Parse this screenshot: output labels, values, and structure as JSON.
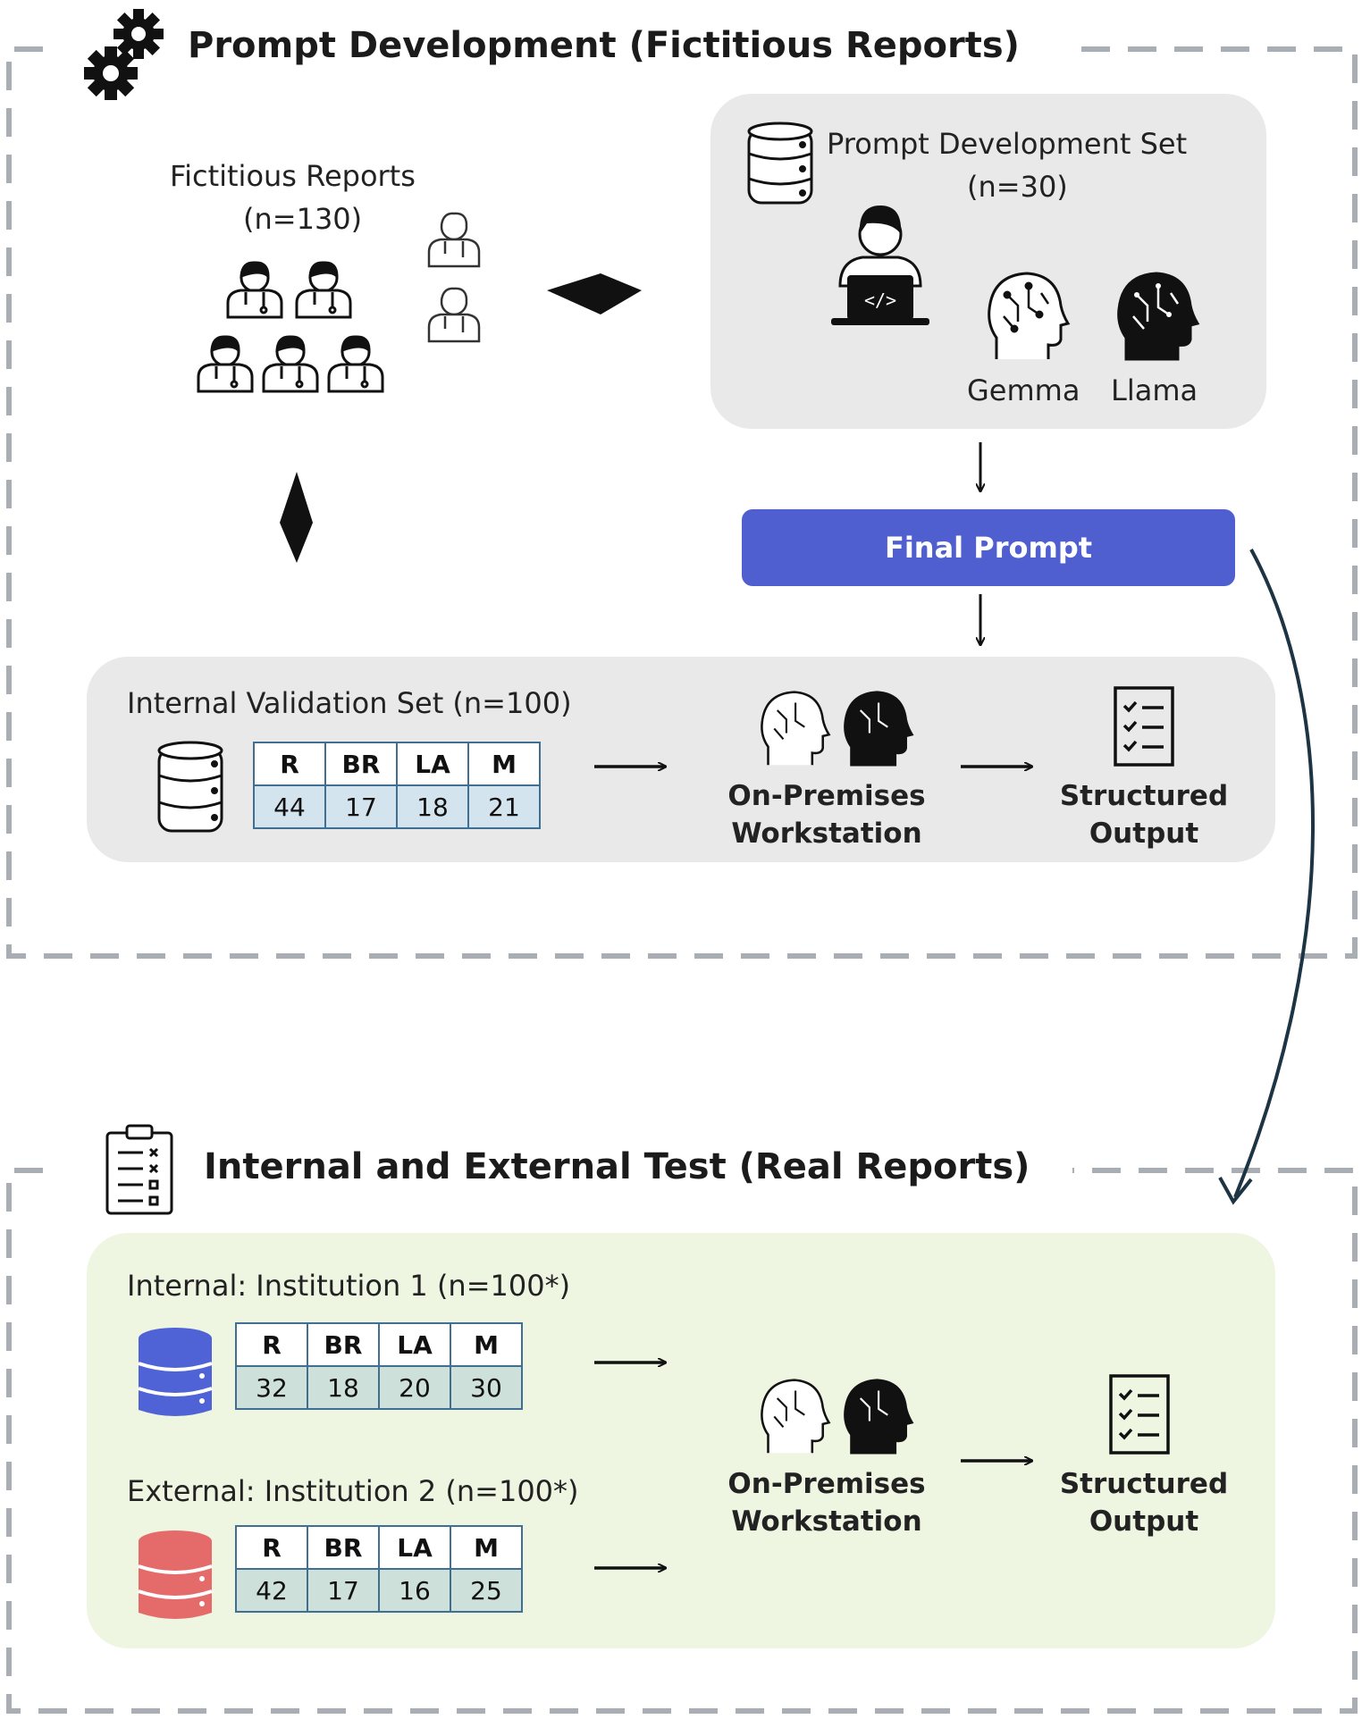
{
  "colors": {
    "dash_border": "#a9aeb4",
    "panel_gray": "#e9e9ea",
    "panel_green": "#eef6e2",
    "final_prompt_bg": "#4f5fd0",
    "db_internal": "#4f63d6",
    "db_external": "#e56b6b",
    "table_cell_validation": "#d4e4ee",
    "table_cell_test": "#cde0da",
    "curve_arrow": "#1d3445"
  },
  "icons": [
    "gear-icon",
    "database-icon",
    "doctor-icon",
    "developer-laptop-icon",
    "brain-circuit-icon",
    "checklist-icon",
    "clipboard-checklist-icon",
    "arrow-icon"
  ],
  "section1": {
    "title": "Prompt Development (Fictitious Reports)",
    "fictitious_label": "Fictitious Reports",
    "fictitious_count": "(n=130)",
    "dev_set_label": "Prompt Development Set",
    "dev_set_count": "(n=30)",
    "model_a": "Gemma",
    "model_b": "Llama",
    "final_prompt": "Final Prompt",
    "validation": {
      "title": "Internal Validation Set (n=100)",
      "headers": [
        "R",
        "BR",
        "LA",
        "M"
      ],
      "values": [
        "44",
        "17",
        "18",
        "21"
      ]
    },
    "workstation": "On-Premises Workstation",
    "output": "Structured Output"
  },
  "section2": {
    "title": "Internal and External Test (Real Reports)",
    "internal": {
      "title": "Internal: Institution 1 (n=100*)",
      "headers": [
        "R",
        "BR",
        "LA",
        "M"
      ],
      "values": [
        "32",
        "18",
        "20",
        "30"
      ]
    },
    "external": {
      "title": "External: Institution 2 (n=100*)",
      "headers": [
        "R",
        "BR",
        "LA",
        "M"
      ],
      "values": [
        "42",
        "17",
        "16",
        "25"
      ]
    },
    "workstation": "On-Premises Workstation",
    "output": "Structured Output"
  }
}
